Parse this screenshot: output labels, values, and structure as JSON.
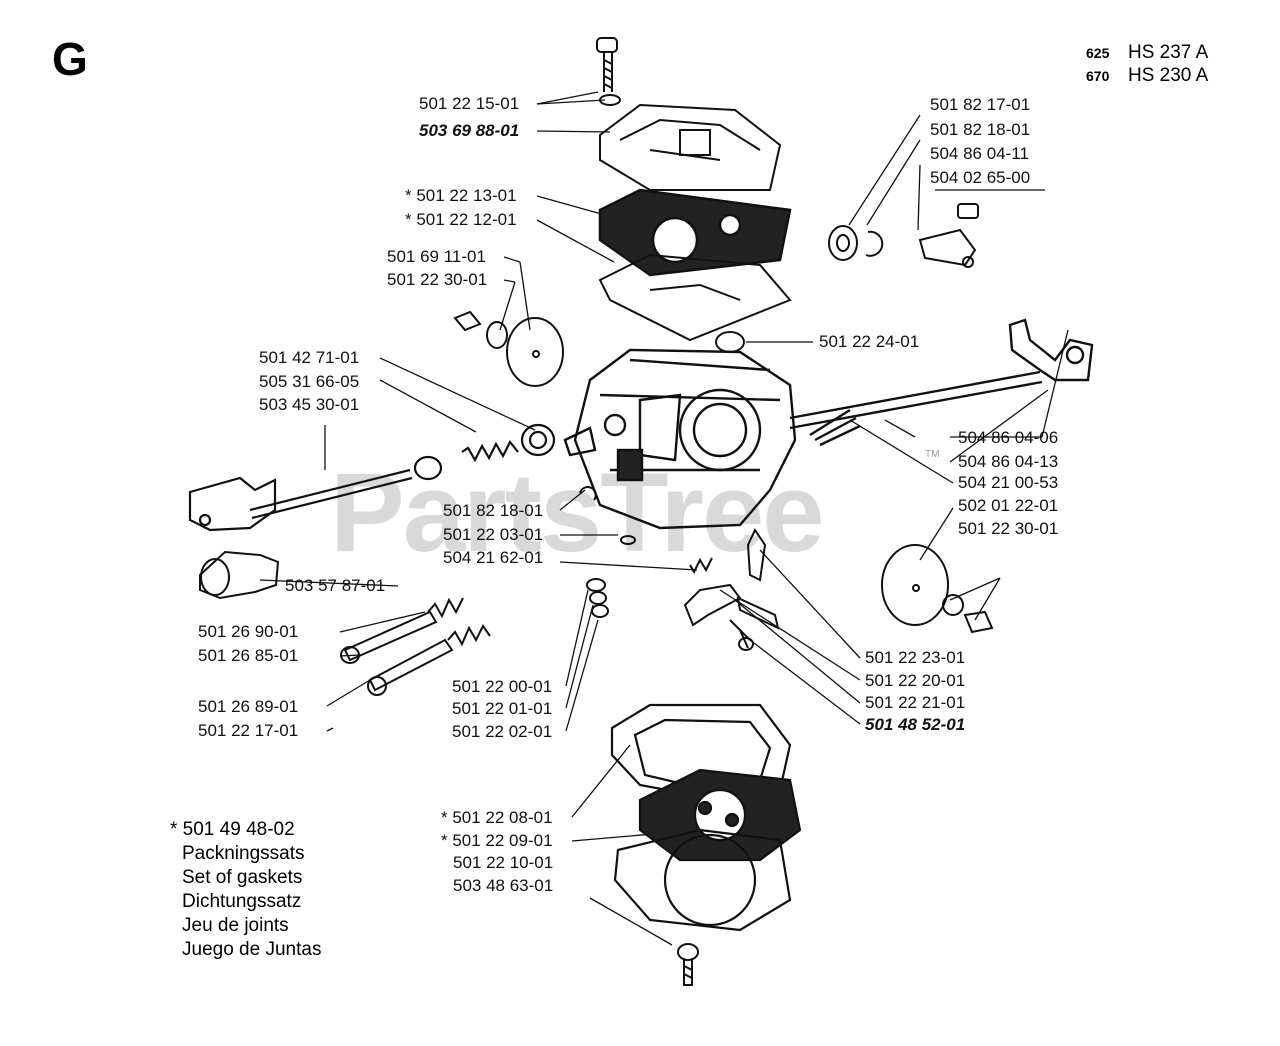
{
  "section_letter": "G",
  "models": [
    {
      "code": "625",
      "name": "HS 237 A"
    },
    {
      "code": "670",
      "name": "HS 230 A"
    }
  ],
  "watermark": "PartsTree",
  "watermark_tm": "TM",
  "gasket_kit": {
    "part": "* 501 49 48-02",
    "names": [
      "Packningssats",
      "Set of gaskets",
      "Dichtungssatz",
      "Jeu de joints",
      "Juego de Juntas"
    ]
  },
  "part_labels": [
    "501 22 15-01",
    "503 69 88-01",
    "* 501 22 13-01",
    "* 501 22 12-01",
    "501 69 11-01",
    "501 22 30-01",
    "501 42 71-01",
    "505 31 66-05",
    "503 45 30-01",
    "501 82 18-01",
    "501 22 03-01",
    "504 21 62-01",
    "503 57 87-01",
    "501 26 90-01",
    "501 26 85-01",
    "501 26 89-01",
    "501 22 17-01",
    "501 22 00-01",
    "501 22 01-01",
    "501 22 02-01",
    "* 501 22 08-01",
    "* 501 22 09-01",
    "501 22 10-01",
    "503 48 63-01",
    "501 82 17-01",
    "501 82 18-01",
    "504 86 04-11",
    "504 02 65-00",
    "501 22 24-01",
    "504 86 04-06",
    "504 86 04-13",
    "504 21 00-53",
    "502 01 22-01",
    "501 22 30-01",
    "501 22 23-01",
    "501 22 20-01",
    "501 22 21-01",
    "501 48 52-01"
  ]
}
